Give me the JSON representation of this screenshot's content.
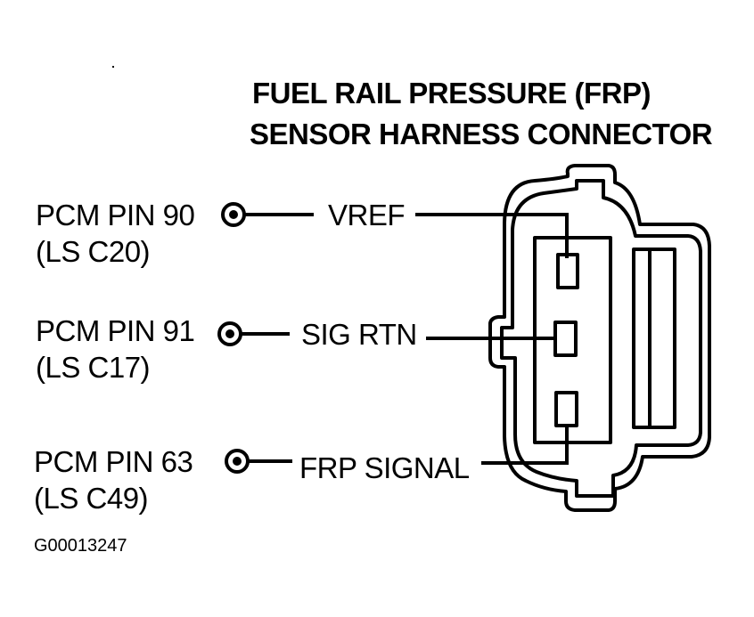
{
  "title": {
    "line1": "FUEL RAIL PRESSURE (FRP)",
    "line2": "SENSOR HARNESS CONNECTOR"
  },
  "pins": [
    {
      "pcm_pin": "PCM PIN 90",
      "ls": "(LS C20)",
      "signal": "VREF",
      "icon": "terminal-circle-icon"
    },
    {
      "pcm_pin": "PCM PIN 91",
      "ls": "(LS C17)",
      "signal": "SIG RTN",
      "icon": "terminal-circle-icon"
    },
    {
      "pcm_pin": "PCM PIN 63",
      "ls": "(LS C49)",
      "signal": "FRP SIGNAL",
      "icon": "terminal-circle-icon"
    }
  ],
  "figure_code": "G00013247",
  "colors": {
    "ink": "#000000",
    "background": "#ffffff"
  }
}
